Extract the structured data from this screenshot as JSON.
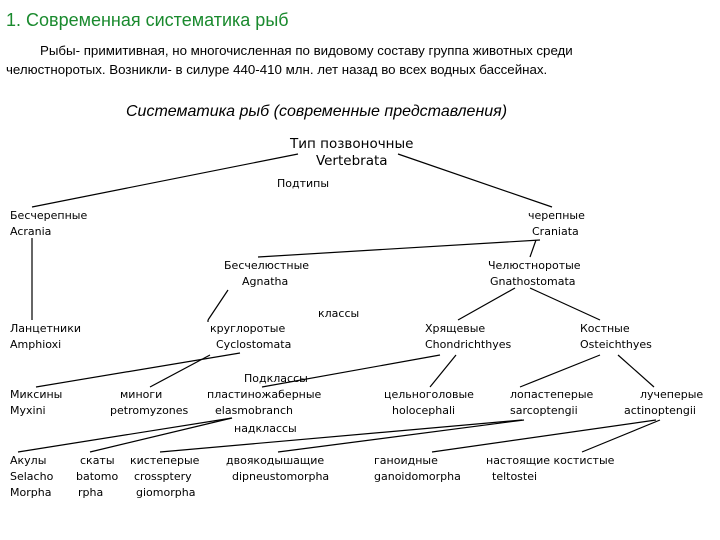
{
  "title": "1. Современная систематика рыб",
  "intro": {
    "line1": "Рыбы- примитивная, но многочисленная по видовому составу группа животных среди",
    "line2": "челюстноротых. Возникли- в силуре 440-410 млн. лет назад во всех водных бассейнах."
  },
  "subtitle": "Систематика рыб (современные представления)",
  "levels": {
    "subtypes": "Подтипы",
    "classes": "классы",
    "subclasses": "Подклассы",
    "superorders": "надклассы"
  },
  "tree": {
    "root": {
      "ru": "Тип позвоночные",
      "lat": "Vertebrata"
    },
    "acrania": {
      "ru": "Бесчерепные",
      "lat": "Acrania"
    },
    "craniata": {
      "ru": "черепные",
      "lat": "Craniata"
    },
    "agnatha": {
      "ru": "Бесчелюстные",
      "lat": "Agnatha"
    },
    "gnathostomata": {
      "ru": "Челюстноротые",
      "lat": "Gnathostomata"
    },
    "amphioxi": {
      "ru": "Ланцетники",
      "lat": "Amphioxi"
    },
    "cyclostomata": {
      "ru": "круглоротые",
      "lat": "Cyclostomata"
    },
    "chondrichthyes": {
      "ru": "Хрящевые",
      "lat": "Chondrichthyes"
    },
    "osteichthyes": {
      "ru": "Костные",
      "lat": "Osteichthyes"
    },
    "myxini": {
      "ru": "Миксины",
      "lat": "Myxini"
    },
    "petromyzones": {
      "ru": "миноги",
      "lat": "petromyzones"
    },
    "elasmobranch": {
      "ru": "пластиножаберные",
      "lat": "elasmobranch"
    },
    "holocephali": {
      "ru": "цельноголовые",
      "lat": "holocephali"
    },
    "sarcoptengii": {
      "ru": "лопастеперые",
      "lat": "sarcoptengii"
    },
    "actinoptengii": {
      "ru": "лучеперые",
      "lat": "actinoptengii"
    },
    "selachomorpha": {
      "ru": "Акулы",
      "lat1": "Selacho",
      "lat2": "Morpha"
    },
    "batomorpha": {
      "ru": "скаты",
      "lat1": "batomo",
      "lat2": "rpha"
    },
    "crossopterygiomorpha": {
      "ru": "кистеперые",
      "lat1": "crosspterу",
      "lat2": "giomorpha"
    },
    "dipneustomorpha": {
      "ru": "двоякодышащие",
      "lat": "dipneustomorpha"
    },
    "ganoidomorpha": {
      "ru": "ганоидные",
      "lat": "ganoidomorpha"
    },
    "teltostei": {
      "ru": "настоящие костистые",
      "lat": "teltostei"
    }
  }
}
